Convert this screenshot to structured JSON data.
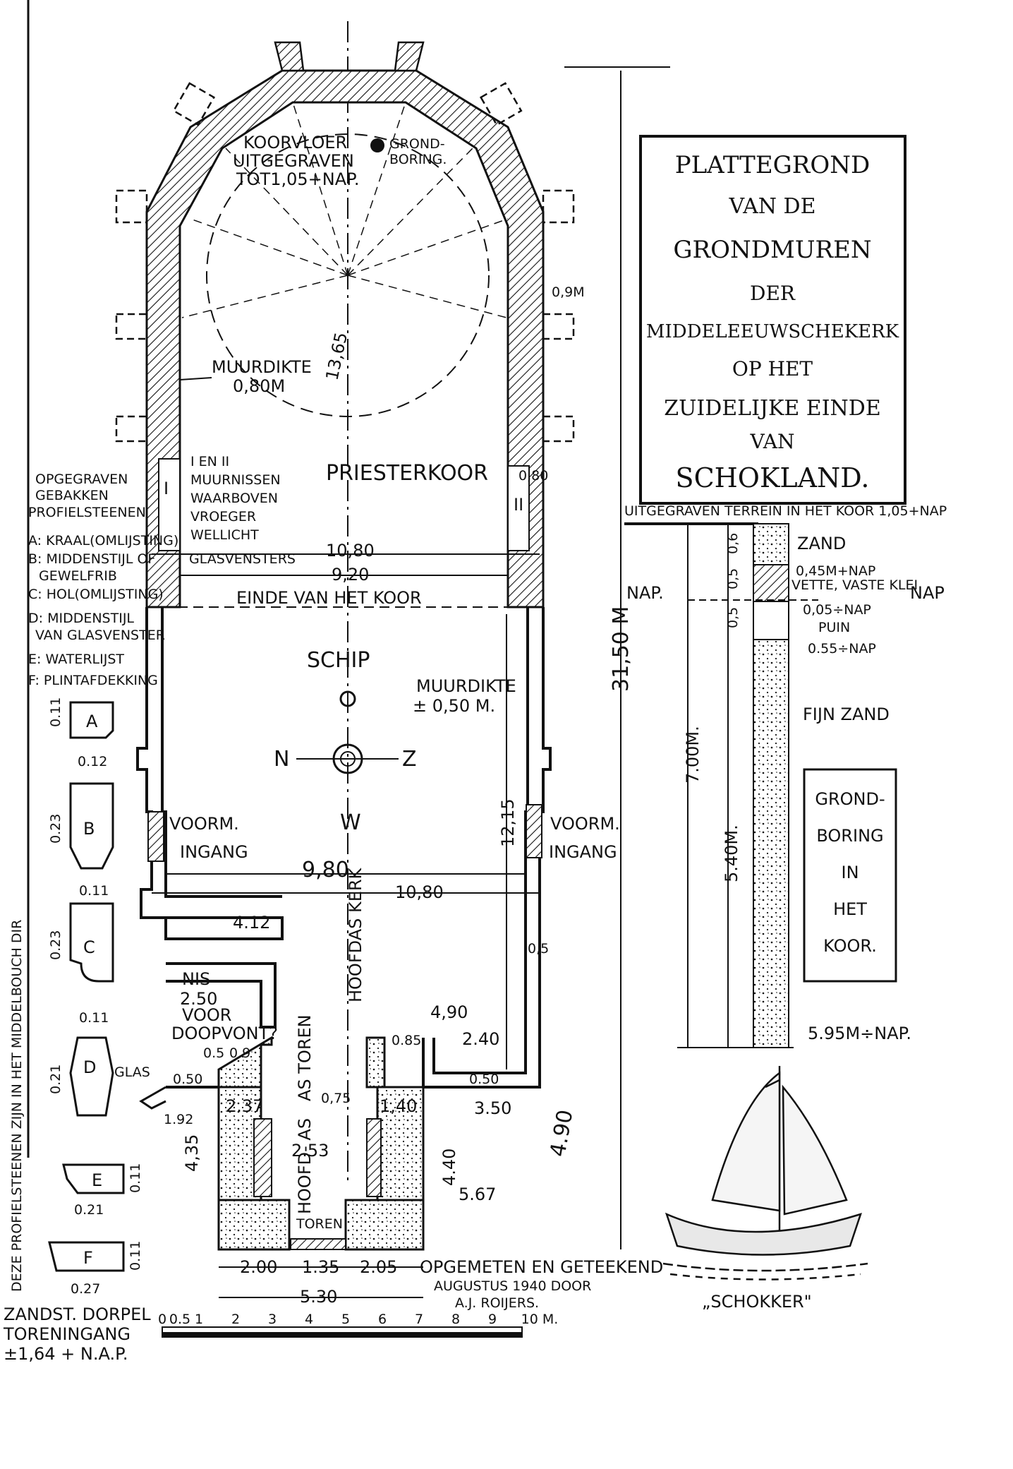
{
  "title_box": {
    "lines": [
      "PLATTEGROND",
      "VAN DE",
      "GRONDMUREN",
      "DER",
      "MIDDELEEUWSCHEKERK",
      "OP HET",
      "ZUIDELIJKE EINDE",
      "VAN",
      "SCHOKLAND."
    ]
  },
  "choir": {
    "koorvloer": [
      "KOORVLOER",
      "UITGEGRAVEN",
      "TOT1,05+NAP."
    ],
    "grondboring": [
      "GROND-",
      "BORING."
    ],
    "length": "13,65",
    "muurdikte": [
      "MUURDIKTE",
      "0,80M"
    ],
    "niches": [
      "I EN II",
      "MUURNISSEN",
      "WAARBOVEN",
      "VROEGER",
      "WELLICHT",
      "GLASVENSTERS"
    ],
    "priesterkoor": "PRIESTERKOOR",
    "roman_1": "I",
    "roman_2": "II",
    "small_dim": "0,80",
    "width_outer": "10,80",
    "width_inner": "9,20",
    "end_of_choir": "EINDE VAN HET KOOR",
    "side_dim": "0,9M"
  },
  "legend": {
    "items": [
      "OPGEGRAVEN",
      "GEBAKKEN",
      "PROFIELSTEENEN",
      "A: KRAAL(OMLIJSTING)",
      "B: MIDDENSTIJL OF",
      "GEWELFRIB",
      "C: HOL(OMLIJSTING)",
      "D: MIDDENSTIJL",
      "VAN GLASVENSTER",
      "E: WATERLIJST",
      "F: PLINTAFDEKKING"
    ],
    "vertical": "DEZE PROFIELSTEENEN ZIJN IN HET MIDDELBOUCH DIR"
  },
  "nave": {
    "schip": "SCHIP",
    "muurdikte": [
      "MUURDIKTE",
      "± 0,50 M."
    ],
    "compass": {
      "n": "N",
      "z": "Z",
      "w": "W"
    },
    "length": "12,15",
    "voorm_left": [
      "VOORM.",
      "INGANG"
    ],
    "voorm_right": [
      "VOORM.",
      "INGANG"
    ],
    "width_inner": "9,80",
    "width_outer": "10,80",
    "axis": "HOOFDAS KERK",
    "dim_412": "4.12",
    "dim_490": "4,90",
    "dim_240": "2.40",
    "side_05": "0,5"
  },
  "tower": {
    "nis": [
      "NIS",
      "2.50",
      "VOOR",
      "DOOPVONT?"
    ],
    "as_toren": "AS TOREN",
    "hoofd_as": "HOOFD- AS",
    "toren": "TOREN",
    "dims": {
      "d050": "0.50",
      "d050r": "0.50",
      "d192": "1.92",
      "d435": "4,35",
      "d237": "2.37",
      "d153": "2.53",
      "d140": "1,40",
      "d440": "4.40",
      "d567": "5.67",
      "d350": "3.50",
      "d490": "4.90",
      "d075": "0,75",
      "d200": "2.00",
      "d135": "1.35",
      "d205": "2.05",
      "d530": "5.30",
      "d09": "0.9",
      "d05a": "0.5",
      "d085": "0.85"
    },
    "zandst": [
      "ZANDST. DORPEL",
      "TORENINGANG",
      "±1,64 + N.A.P."
    ],
    "opgemeten": [
      "OPGEMETEN EN GETEEKEND",
      "AUGUSTUS 1940 DOOR",
      "A.J. ROIJERS."
    ]
  },
  "profiles": {
    "labels": [
      "A",
      "B",
      "C",
      "D",
      "E",
      "F"
    ],
    "dims": {
      "a": "0.12",
      "a_h": "0.11",
      "b": "0.11",
      "b_h": "0.23",
      "c": "0.11",
      "c_h": "0.23",
      "d_h": "0.21",
      "d_note": "GLAS",
      "e": "0.21",
      "e_h": "0.11",
      "f": "0.27",
      "f_h": "0.11"
    }
  },
  "boring": {
    "header": "UITGEGRAVEN TERREIN IN HET KOOR 1,05+NAP",
    "total_height": "31,50 M",
    "nap": "NAP.",
    "nap_right": "NAP",
    "layers": [
      "ZAND",
      "0,45M+NAP",
      "VETTE, VASTE KLEI",
      "0,05÷NAP",
      "PUIN",
      "0.55÷NAP",
      "FIJN ZAND",
      "5.95M÷NAP."
    ],
    "dims": [
      "0,6",
      "0,5",
      "0,5",
      "7.00M.",
      "5.40M."
    ],
    "box_text": [
      "GROND-",
      "BORING",
      "IN",
      "HET",
      "KOOR."
    ]
  },
  "ship": {
    "caption": "„SCHOKKER\""
  },
  "scale": {
    "ticks": [
      "0",
      "0.5",
      "1",
      "2",
      "3",
      "4",
      "5",
      "6",
      "7",
      "8",
      "9",
      "10 M."
    ]
  }
}
